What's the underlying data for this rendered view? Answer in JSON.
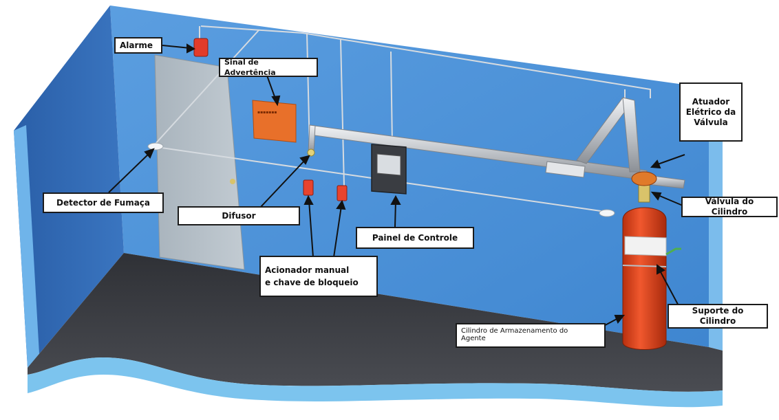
{
  "labels": {
    "alarme": "Alarme",
    "sinal": "Sinal de Advertência",
    "atuador": "Atuador\nElétrico da\nVálvula",
    "detector": "Detector de Fumaça",
    "difusor": "Difusor",
    "valvula_cilindro": "Válvula do Cilindro",
    "painel": "Painel de Controle",
    "acionador": "Acionador manual\ne chave de bloqueio",
    "suporte": "Suporte do Cilindro",
    "armazenamento": "Cilindro de Armazenamento do\nAgente"
  },
  "colors": {
    "wall": "#4a90d6",
    "floor": "#3a3c42",
    "cylinder": "#e0441f",
    "pipe": "#c9ccd0",
    "sign": "#e8702a"
  }
}
